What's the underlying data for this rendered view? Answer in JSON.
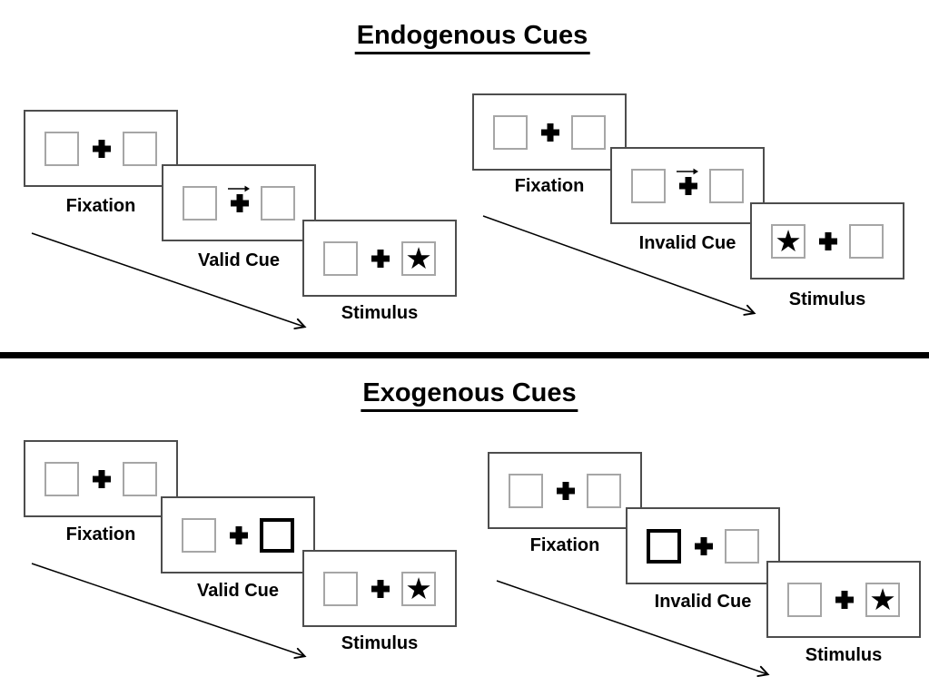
{
  "figure": {
    "sections": [
      {
        "title": "Endogenous Cues",
        "groups": [
          {
            "name": "valid-trial",
            "steps": [
              {
                "label": "Fixation",
                "left": "empty",
                "right": "empty",
                "cue_arrow": false
              },
              {
                "label": "Valid Cue",
                "left": "empty",
                "right": "empty",
                "cue_arrow": true
              },
              {
                "label": "Stimulus",
                "left": "empty",
                "right": "star",
                "cue_arrow": false
              }
            ]
          },
          {
            "name": "invalid-trial",
            "steps": [
              {
                "label": "Fixation",
                "left": "empty",
                "right": "empty",
                "cue_arrow": false
              },
              {
                "label": "Invalid Cue",
                "left": "empty",
                "right": "empty",
                "cue_arrow": true
              },
              {
                "label": "Stimulus",
                "left": "star",
                "right": "empty",
                "cue_arrow": false
              }
            ]
          }
        ]
      },
      {
        "title": "Exogenous Cues",
        "groups": [
          {
            "name": "valid-trial",
            "steps": [
              {
                "label": "Fixation",
                "left": "empty",
                "right": "empty",
                "cue_arrow": false
              },
              {
                "label": "Valid Cue",
                "left": "empty",
                "right": "bold",
                "cue_arrow": false
              },
              {
                "label": "Stimulus",
                "left": "empty",
                "right": "star",
                "cue_arrow": false
              }
            ]
          },
          {
            "name": "invalid-trial",
            "steps": [
              {
                "label": "Fixation",
                "left": "empty",
                "right": "empty",
                "cue_arrow": false
              },
              {
                "label": "Invalid Cue",
                "left": "bold",
                "right": "empty",
                "cue_arrow": false
              },
              {
                "label": "Stimulus",
                "left": "empty",
                "right": "star",
                "cue_arrow": false
              }
            ]
          }
        ]
      }
    ],
    "icons": {
      "star": "★",
      "fixation_cross": "plus-cross",
      "cue_arrow": "right-arrow",
      "timeline_arrow": "diagonal-down-right-arrow"
    },
    "colors": {
      "ink": "#000000",
      "panel_border": "#4d4d4d",
      "box_border": "#a6a6a6",
      "background": "#ffffff"
    }
  }
}
